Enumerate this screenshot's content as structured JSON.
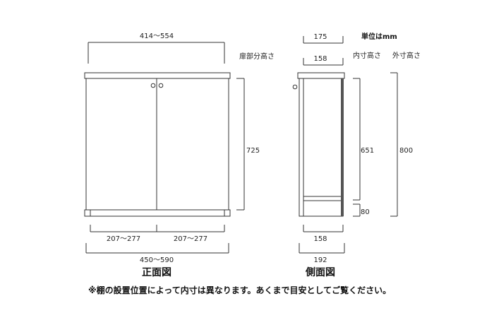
{
  "unit_note": "単位はmm",
  "front_view": {
    "caption": "正面図",
    "top_width": "414～554",
    "door_height_label": "扉部分高さ",
    "door_height": "725",
    "left_door_width": "207～277",
    "right_door_width": "207～277",
    "total_width": "450～590"
  },
  "side_view": {
    "caption": "側面図",
    "top_depth": "175",
    "inner_top_depth": "158",
    "inner_height_label": "内寸高さ",
    "outer_height_label": "外寸高さ",
    "inner_height": "651",
    "base_height": "80",
    "outer_height": "800",
    "bottom_inner_depth": "158",
    "bottom_depth": "192"
  },
  "footnote": "※棚の設置位置によって内寸は異なります。あくまで目安としてご覧ください。"
}
